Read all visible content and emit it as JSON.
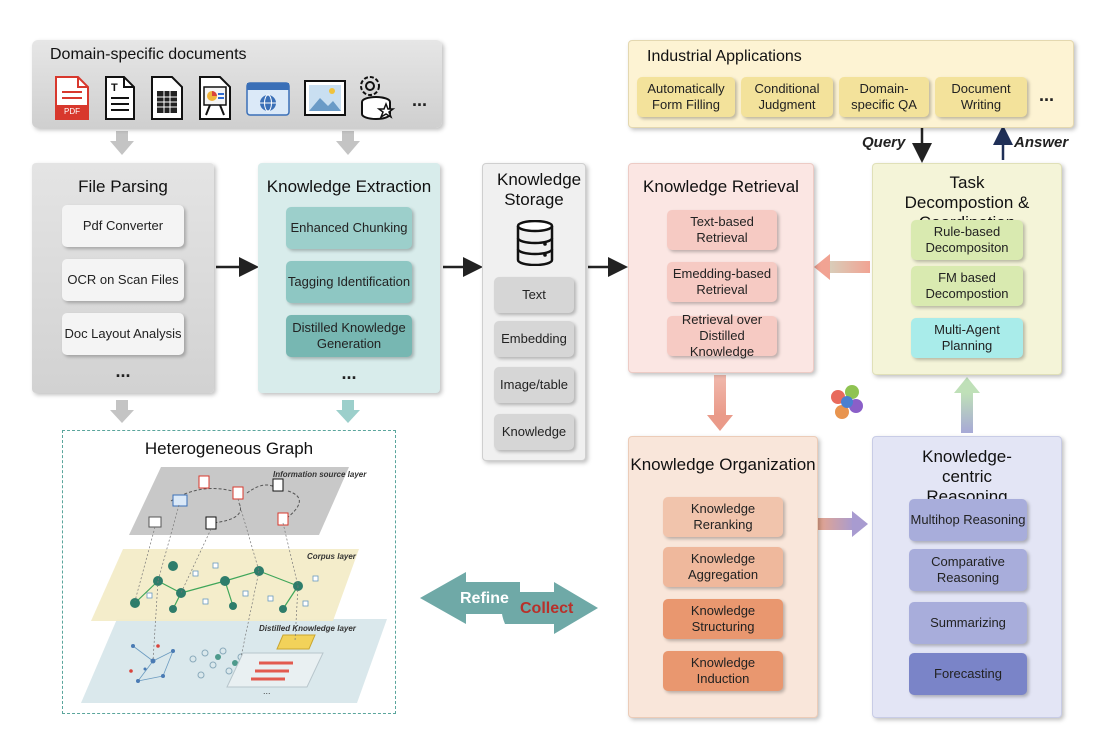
{
  "domain_docs": {
    "title": "Domain-specific documents",
    "icons": [
      "pdf-icon",
      "text-file-icon",
      "spreadsheet-icon",
      "presentation-icon",
      "web-page-icon",
      "image-icon",
      "database-settings-icon"
    ],
    "pdf_label": "PDF",
    "ellipsis": "..."
  },
  "industrial": {
    "title": "Industrial Applications",
    "items": [
      "Automatically Form Filling",
      "Conditional Judgment",
      "Domain-specific QA",
      "Document Writing"
    ],
    "ellipsis": "..."
  },
  "query_label": "Query",
  "answer_label": "Answer",
  "file_parsing": {
    "title": "File Parsing",
    "items": [
      "Pdf Converter",
      "OCR on Scan Files",
      "Doc Layout Analysis"
    ],
    "ellipsis": "..."
  },
  "knowledge_extraction": {
    "title": "Knowledge Extraction",
    "items": [
      "Enhanced Chunking",
      "Tagging Identification",
      "Distilled Knowledge Generation"
    ],
    "ellipsis": "..."
  },
  "knowledge_storage": {
    "title": "Knowledge Storage",
    "items": [
      "Text",
      "Embedding",
      "Image/table",
      "Knowledge"
    ]
  },
  "knowledge_retrieval": {
    "title": "Knowledge Retrieval",
    "items": [
      "Text-based Retrieval",
      "Emedding-based Retrieval",
      "Retrieval over Distilled Knowledge"
    ]
  },
  "task_decomposition": {
    "title": "Task Decompostion & Coordination",
    "items": [
      "Rule-based Decompositon",
      "FM based Decompostion",
      "Multi-Agent Planning"
    ]
  },
  "heterogeneous_graph": {
    "title": "Heterogeneous Graph",
    "layers": [
      "Information source layer",
      "Corpus layer",
      "Distilled Knowledge layer"
    ],
    "ellipsis": "..."
  },
  "refine_label": "Refine",
  "collect_label": "Collect",
  "knowledge_organization": {
    "title": "Knowledge Organization",
    "items": [
      "Knowledge Reranking",
      "Knowledge Aggregation",
      "Knowledge Structuring",
      "Knowledge Induction"
    ]
  },
  "knowledge_reasoning": {
    "title": "Knowledge-centric Reasoning",
    "items": [
      "Multihop Reasoning",
      "Comparative Reasoning",
      "Summarizing",
      "Forecasting"
    ]
  },
  "colors": {
    "gray_panel": "#dcdcdc",
    "teal_panel": "#d5eaea",
    "retrieval_panel": "#fbe6e3",
    "task_panel": "#f3f3d5",
    "industrial_panel": "#fdf3d3",
    "organization_panel": "#f9e5d8",
    "reasoning_panel": "#e3e5f5",
    "arrow_teal": "#6fa9a7",
    "collect_red": "#b8302a"
  }
}
